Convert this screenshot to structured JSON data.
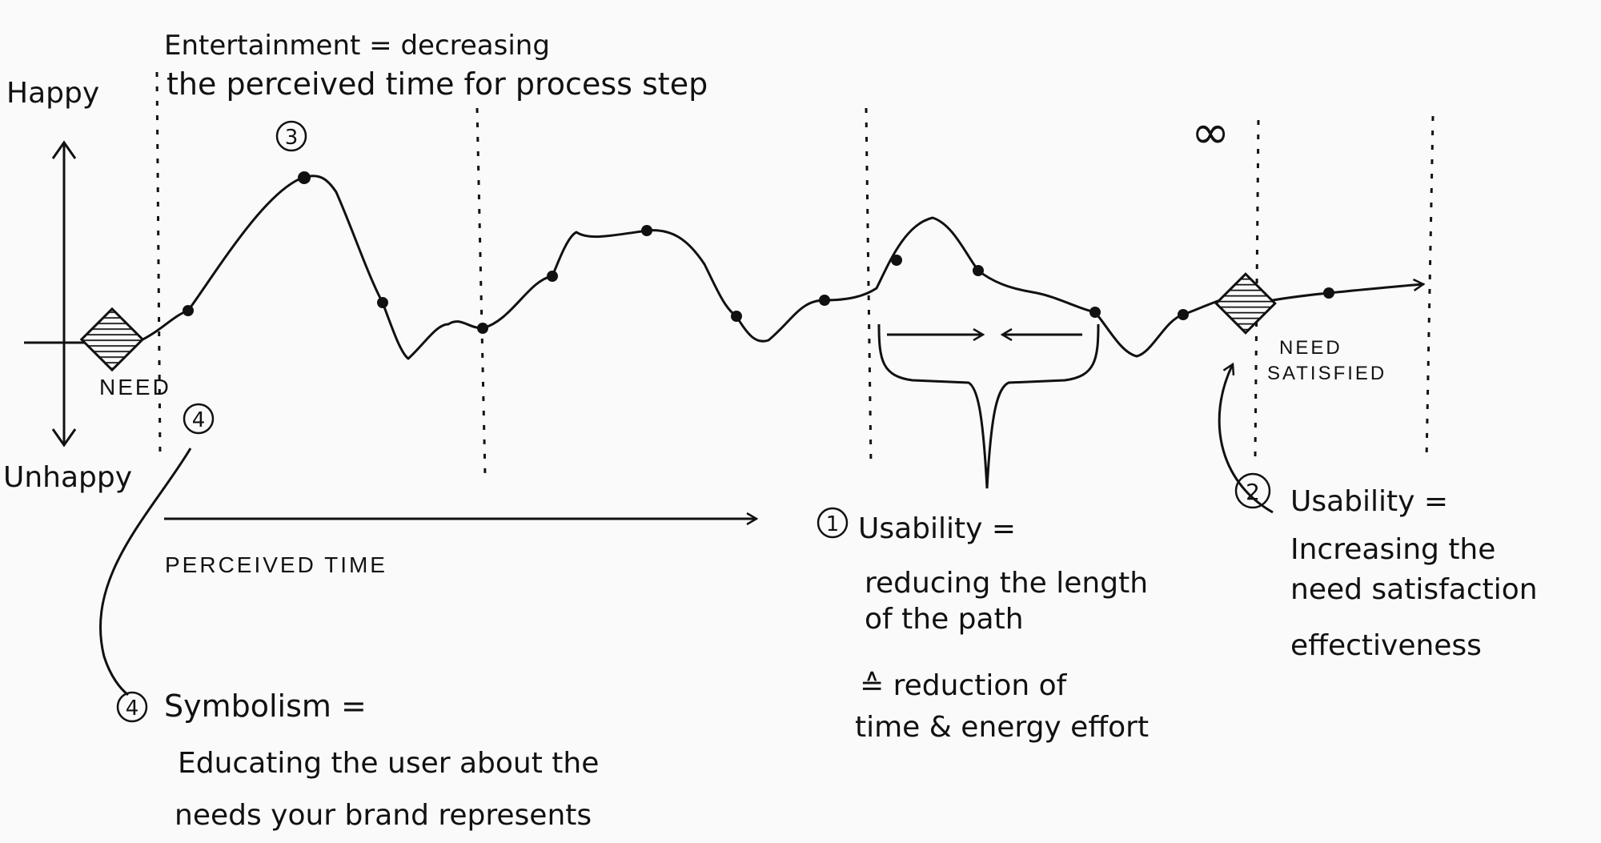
{
  "axis": {
    "happy": "Happy",
    "unhappy": "Unhappy",
    "time_label": "PERCEIVED TIME"
  },
  "markers": {
    "need": "NEED",
    "need_satisfied_1": "NEED",
    "need_satisfied_2": "SATISFIED",
    "infinity": "∞"
  },
  "callouts": {
    "entertainment": {
      "number": "3",
      "line1": "Entertainment = decreasing",
      "line2": "the perceived time for process step"
    },
    "usability_path": {
      "number": "1",
      "line1": "Usability =",
      "line2": "reducing the length",
      "line3": "of the path",
      "line4": "≙ reduction of",
      "line5": "time & energy effort"
    },
    "usability_need": {
      "number": "2",
      "line1": "Usability =",
      "line2": "Increasing the",
      "line3": "need satisfaction",
      "line4": "effectiveness"
    },
    "symbolism": {
      "number": "4",
      "line1": "Symbolism =",
      "line2": "Educating the user about the",
      "line3": "needs your brand represents"
    }
  },
  "colors": {
    "ink": "#111111",
    "paper": "#fafafa"
  }
}
